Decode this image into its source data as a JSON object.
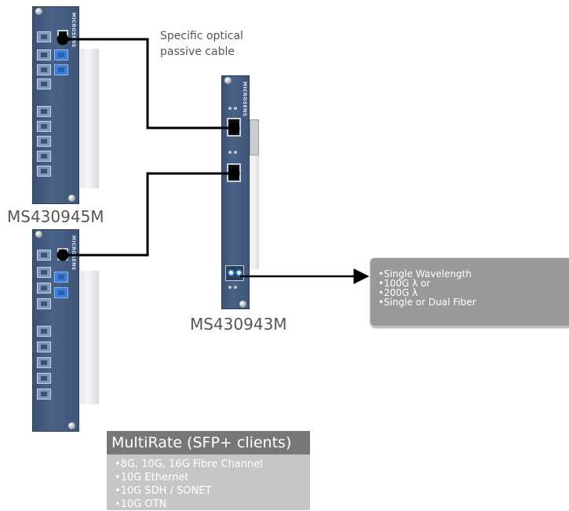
{
  "cable_label": "Specific optical\npassive cable",
  "cards": {
    "top_left_part": "MS430945M",
    "middle_part": "MS430943M",
    "brand": "MICROSENS"
  },
  "wavelength_box": {
    "items": [
      "•Single Wavelength",
      "•100G λ or",
      "•200G λ",
      "•Single or Dual Fiber"
    ]
  },
  "multirate": {
    "title": "MultiRate (SFP+ clients)",
    "items": [
      "•8G, 10G, 16G Fibre Channel",
      "•10G Ethernet",
      "•10G SDH / SONET",
      "•10G OTN"
    ]
  },
  "colors": {
    "panel": "#4a6287",
    "box_gray": "#999999",
    "title_gray": "#777777",
    "line": "#000000"
  }
}
